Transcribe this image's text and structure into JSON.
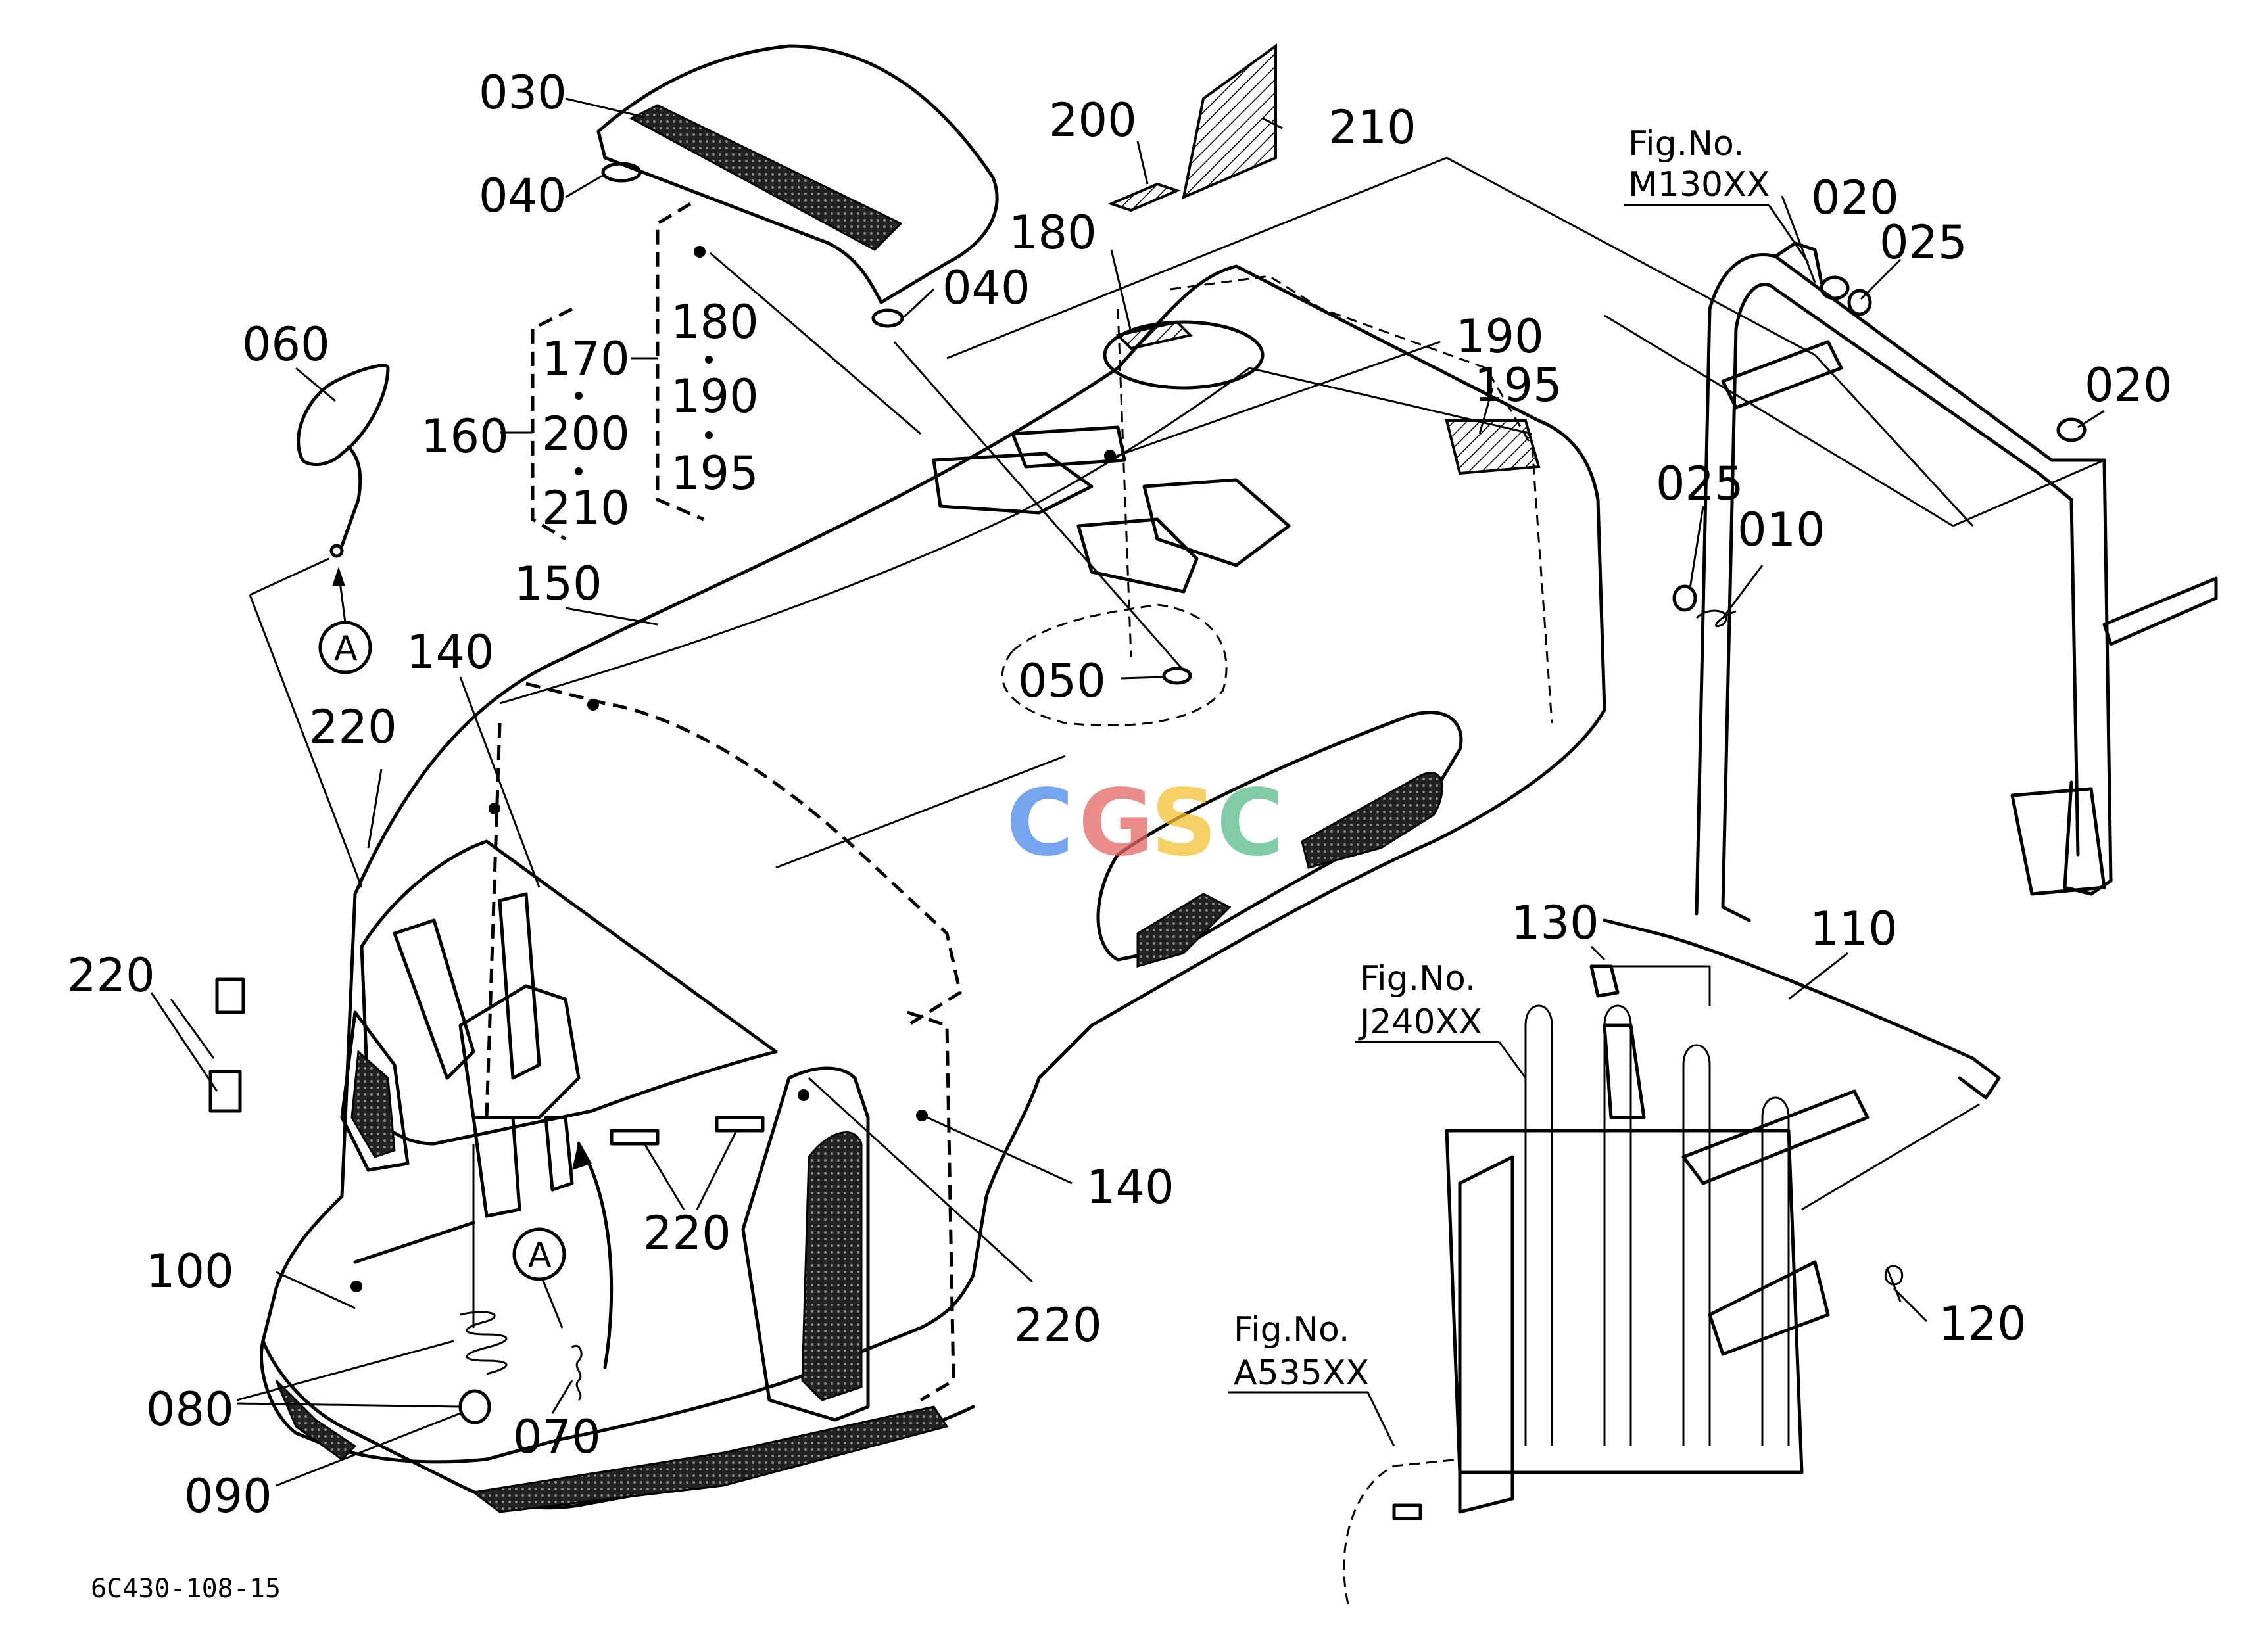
{
  "drawing_code": "6C430-108-15",
  "watermark": {
    "letters": [
      "C",
      "G",
      "S",
      "C"
    ],
    "colors": [
      "#4a86e8",
      "#e06666",
      "#f1c232",
      "#57bb8a"
    ]
  },
  "part_labels": {
    "p030": "030",
    "p040_top": "040",
    "p040_mid": "040",
    "p060": "060",
    "p160": "160",
    "p170": "170",
    "p200_list": "200",
    "p210_list": "210",
    "p180_list": "180",
    "p190_list": "190",
    "p195_list": "195",
    "p200_top": "200",
    "p210_top": "210",
    "p180_top": "180",
    "p190": "190",
    "p195": "195",
    "p150": "150",
    "p140_left": "140",
    "p140_right": "140",
    "p220_a": "220",
    "p220_b": "220",
    "p220_c": "220",
    "p220_d": "220",
    "p050": "050",
    "p020_a": "020",
    "p025_a": "025",
    "p020_b": "020",
    "p025_b": "025",
    "p010": "010",
    "p130": "130",
    "p110": "110",
    "p120": "120",
    "p100": "100",
    "p080": "080",
    "p090": "090",
    "p070": "070"
  },
  "callouts": {
    "circle_a_upper": "A",
    "circle_a_lower": "A"
  },
  "figure_refs": {
    "m130": {
      "title": "Fig.No.",
      "code": "M130XX"
    },
    "j240": {
      "title": "Fig.No.",
      "code": "J240XX"
    },
    "a535": {
      "title": "Fig.No.",
      "code": "A535XX"
    }
  }
}
